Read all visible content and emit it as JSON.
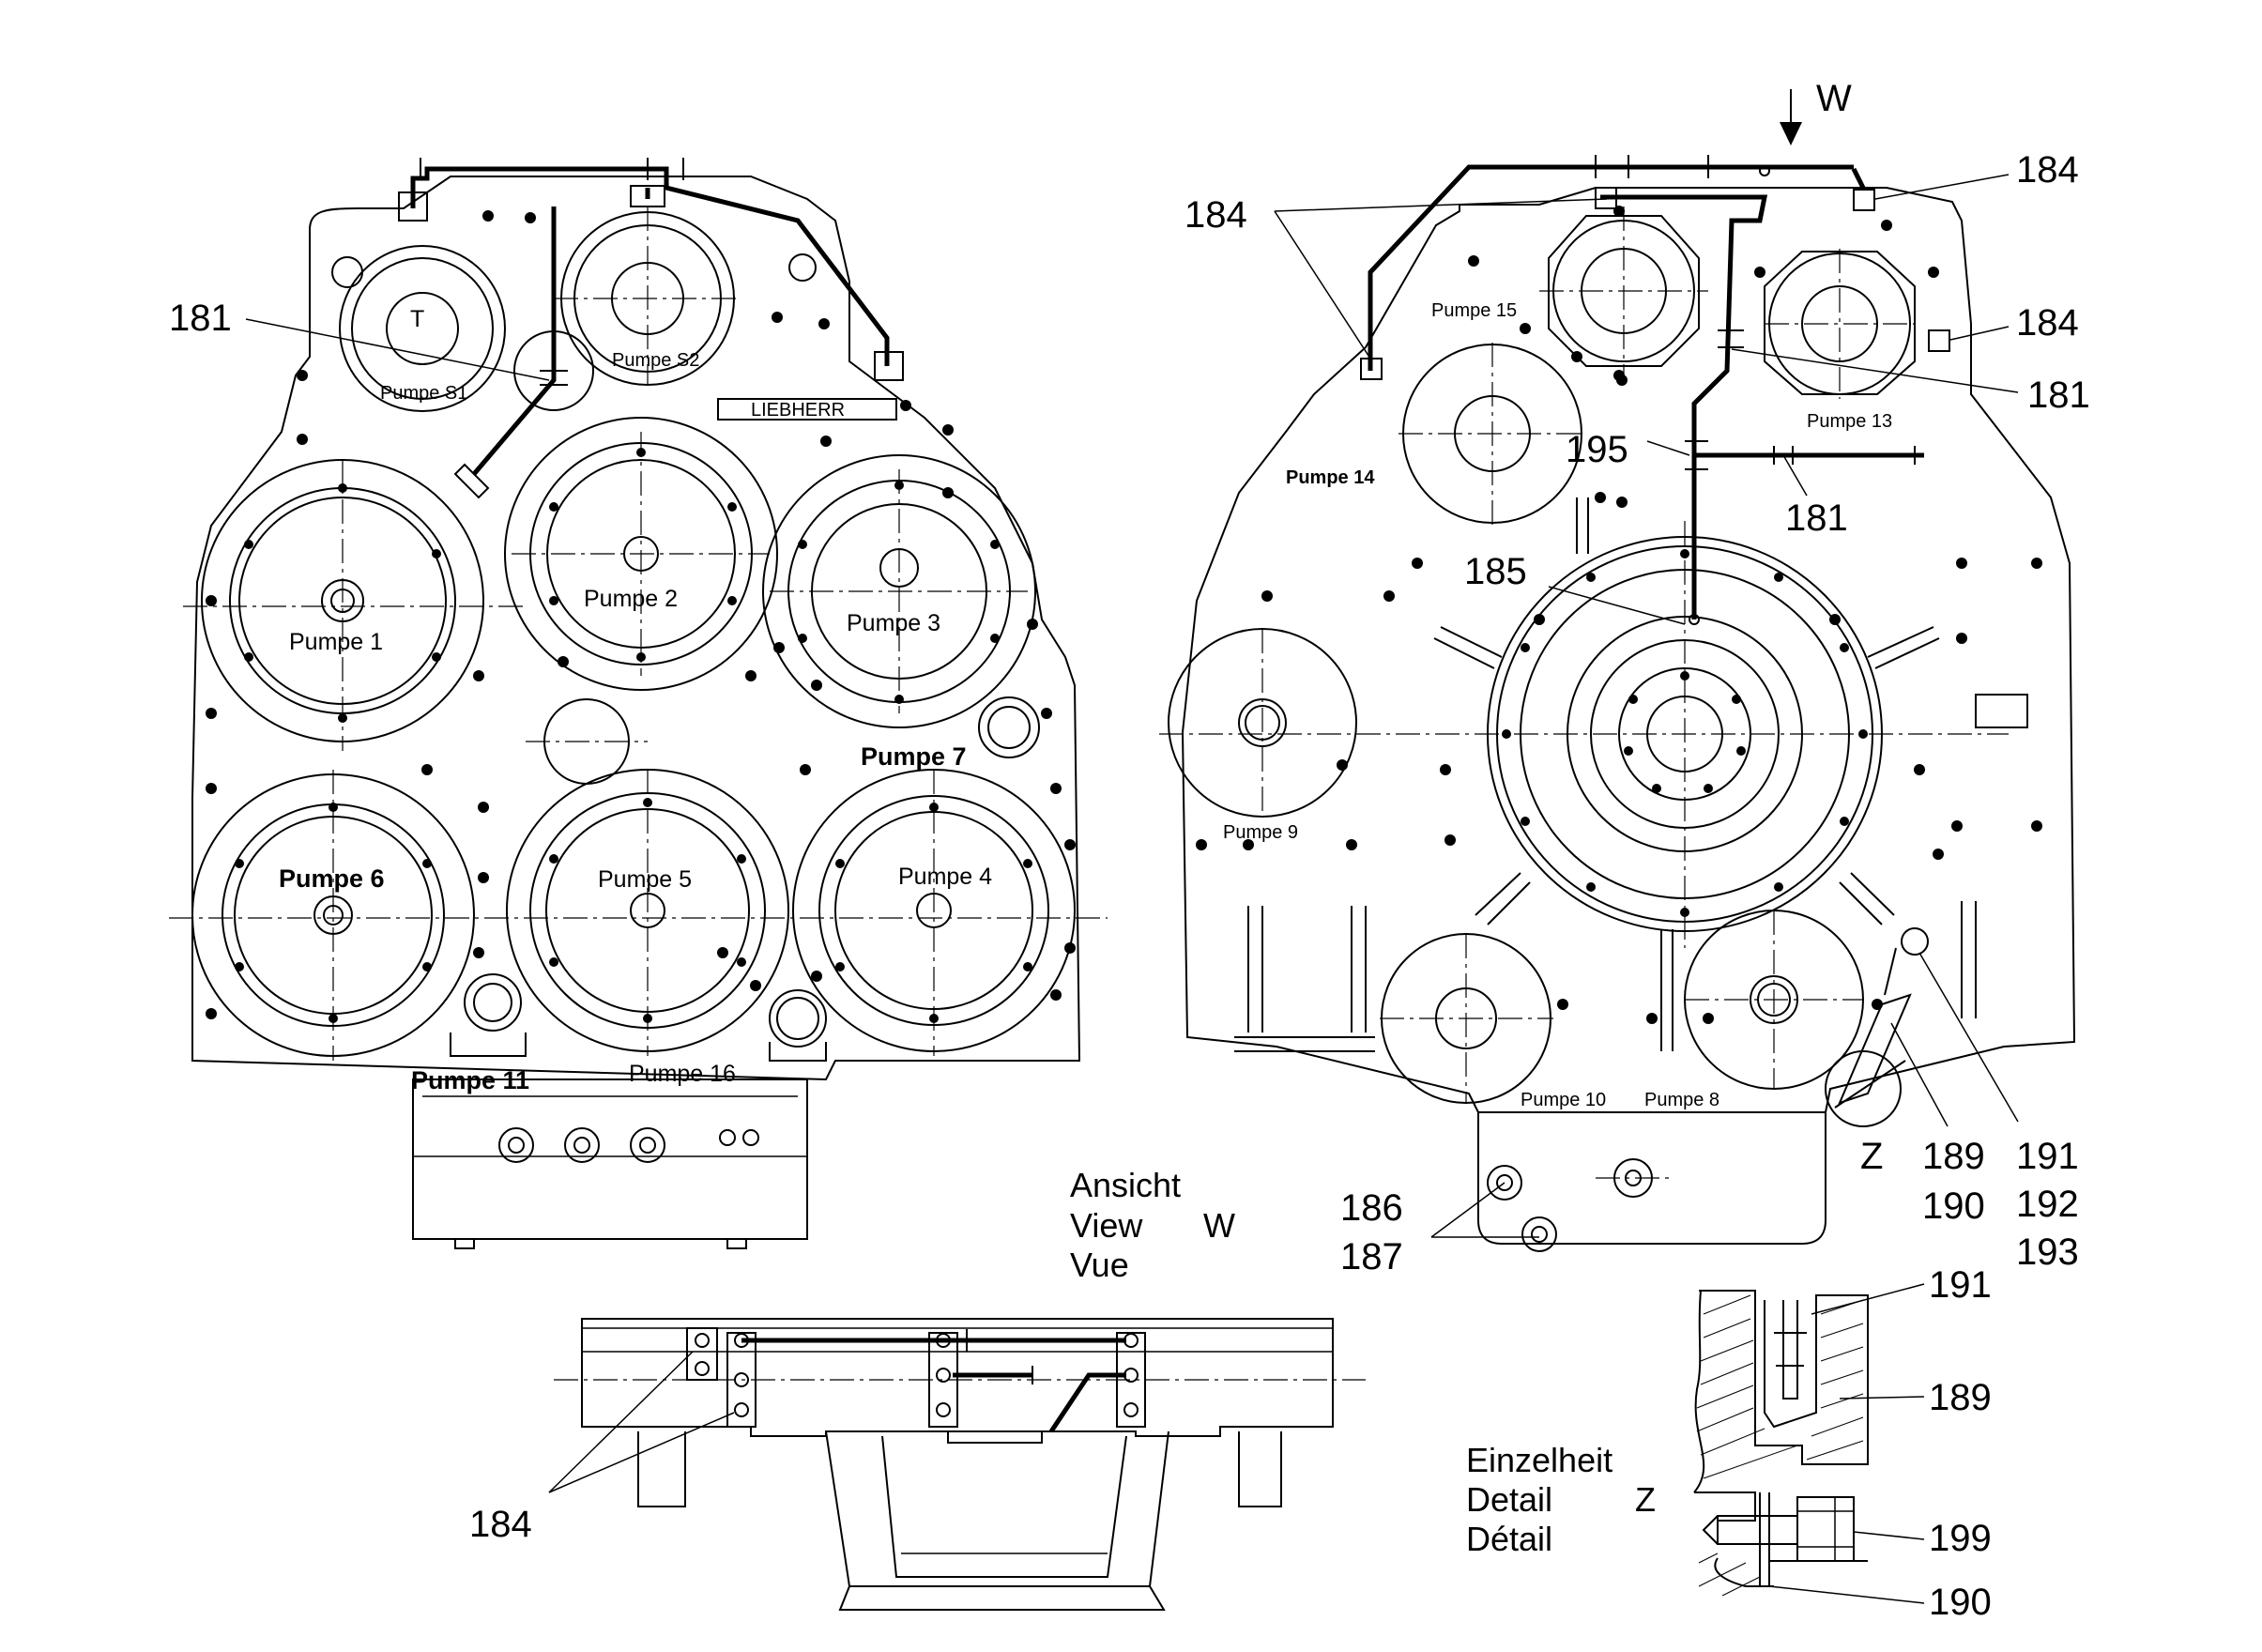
{
  "callouts": {
    "c181_left": "181",
    "c181_right_a": "181",
    "c181_right_b": "181",
    "c184_top_left": "184",
    "c184_top_right": "184",
    "c184_mid_right": "184",
    "c184_bottom": "184",
    "c195": "195",
    "c185": "185",
    "c186": "186",
    "c187": "187",
    "c189": "189",
    "c190": "190",
    "c191": "191",
    "c192": "192",
    "c193": "193",
    "c191_detail": "191",
    "c189_detail": "189",
    "c199_detail": "199",
    "c190_detail": "190",
    "z_mark": "Z",
    "w_arrow": "W"
  },
  "pumps_left": {
    "s1": "Pumpe S1",
    "s2": "Pumpe S2",
    "p1": "Pumpe 1",
    "p2": "Pumpe 2",
    "p3": "Pumpe 3",
    "p4": "Pumpe 4",
    "p5": "Pumpe 5",
    "p6": "Pumpe 6",
    "p7": "Pumpe 7",
    "p11": "Pumpe 11",
    "p16": "Pumpe 16",
    "brand": "LIEBHERR"
  },
  "pumps_right": {
    "p8": "Pumpe 8",
    "p9": "Pumpe 9",
    "p10": "Pumpe 10",
    "p13": "Pumpe 13",
    "p14": "Pumpe 14",
    "p15": "Pumpe 15"
  },
  "view_label": {
    "line1": "Ansicht",
    "line2": "View",
    "line3": "Vue",
    "letter": "W"
  },
  "detail_label": {
    "line1": "Einzelheit",
    "line2": "Detail",
    "line3": "Détail",
    "letter": "Z"
  }
}
